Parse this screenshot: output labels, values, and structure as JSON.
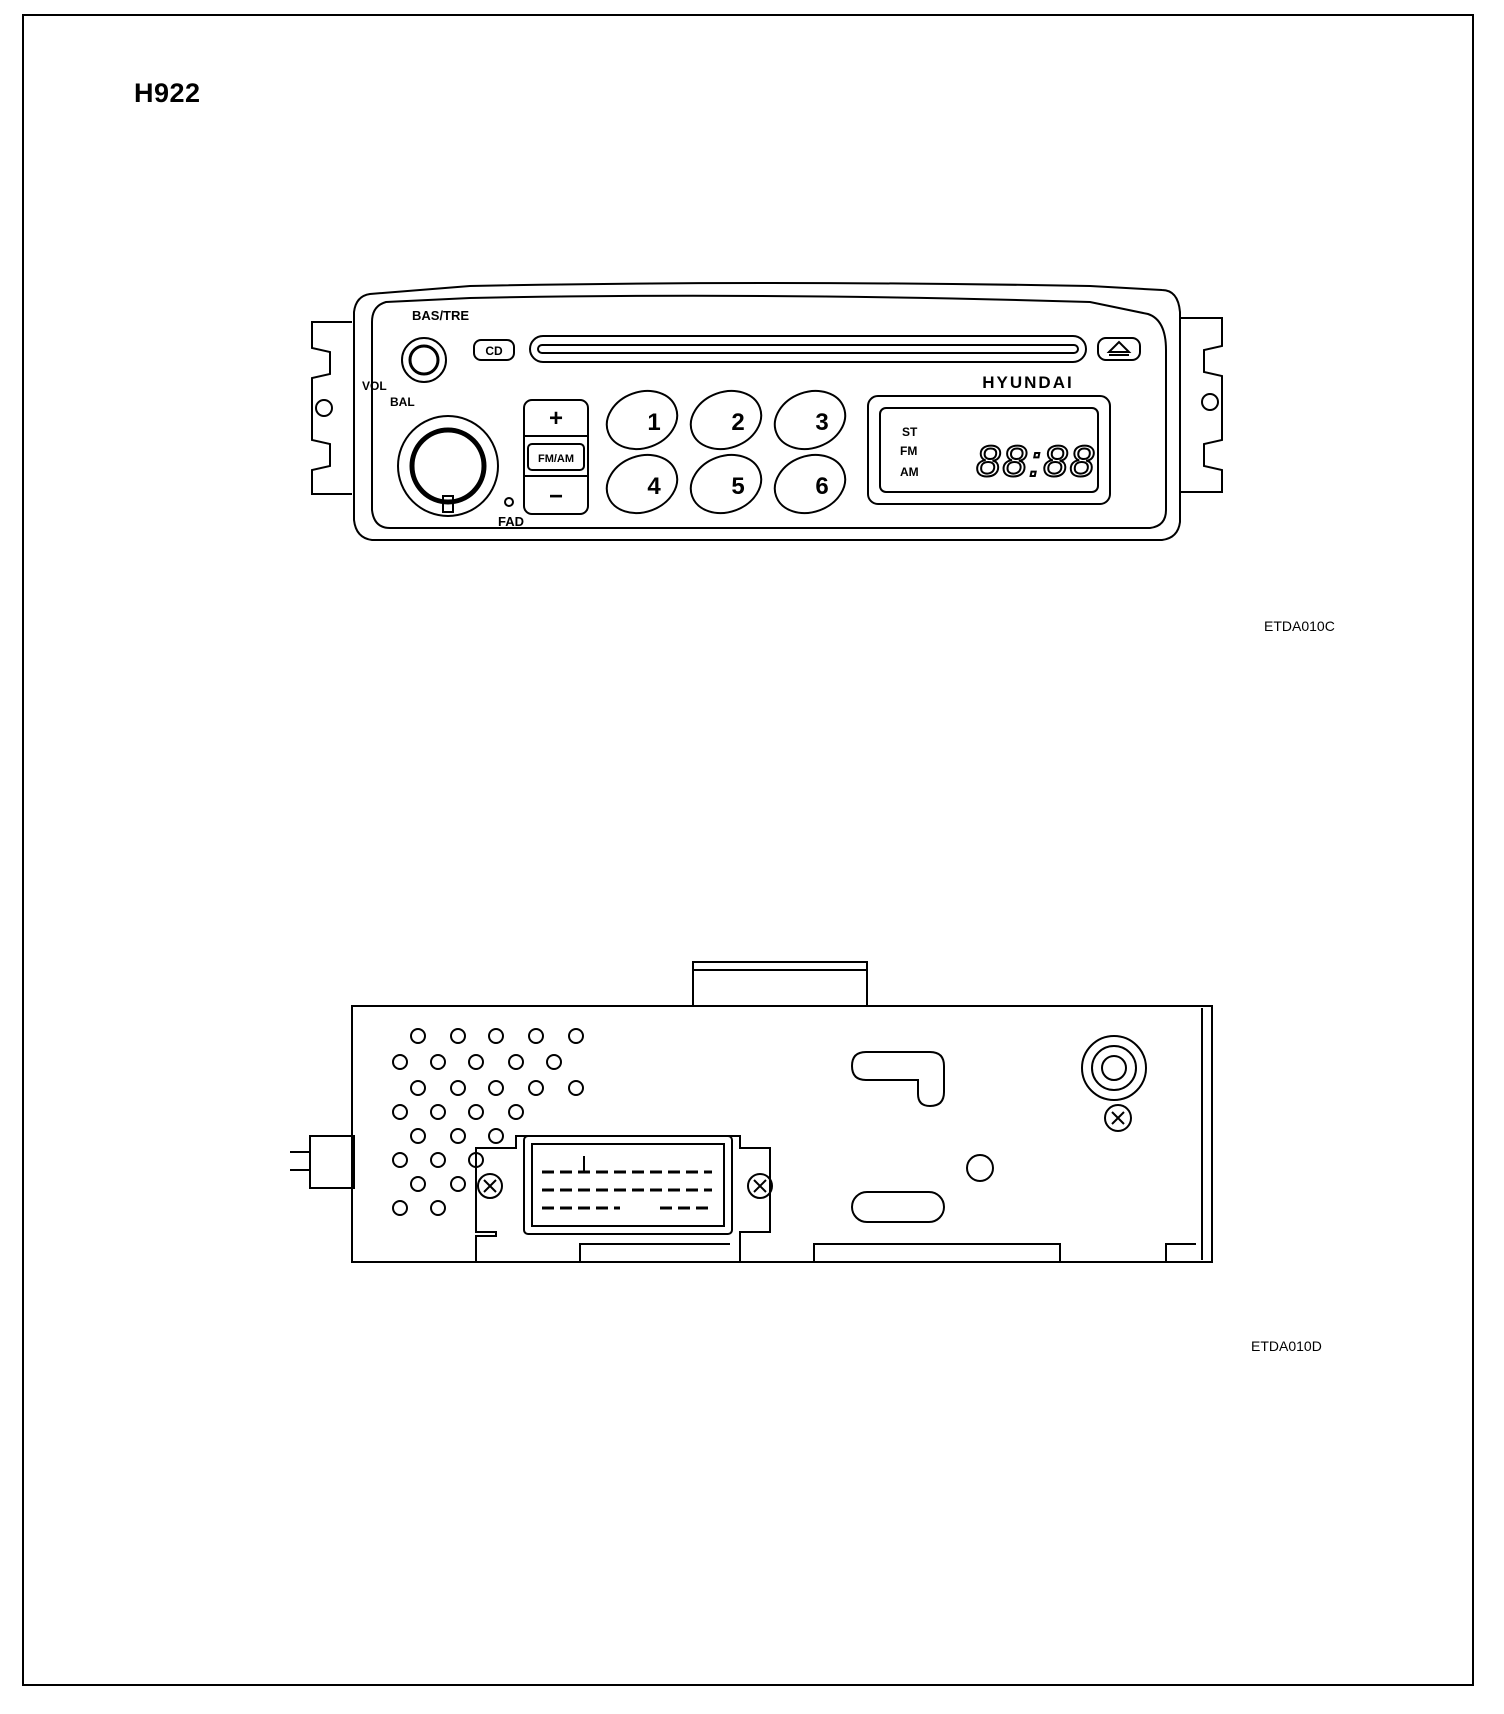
{
  "page": {
    "title": "H922"
  },
  "front_view": {
    "brand": "HYUNDAI",
    "bas_tre_label": "BAS/TRE",
    "vol_label": "VOL",
    "bal_label": "BAL",
    "fad_label": "FAD",
    "cd_label": "CD",
    "plus_label": "+",
    "minus_label": "−",
    "fm_am_label": "FM/AM",
    "presets": [
      "1",
      "2",
      "3",
      "4",
      "5",
      "6"
    ],
    "display": {
      "st": "ST",
      "fm": "FM",
      "am": "AM",
      "digits": "88:88"
    },
    "caption": "ETDA010C"
  },
  "rear_view": {
    "caption": "ETDA010D"
  }
}
